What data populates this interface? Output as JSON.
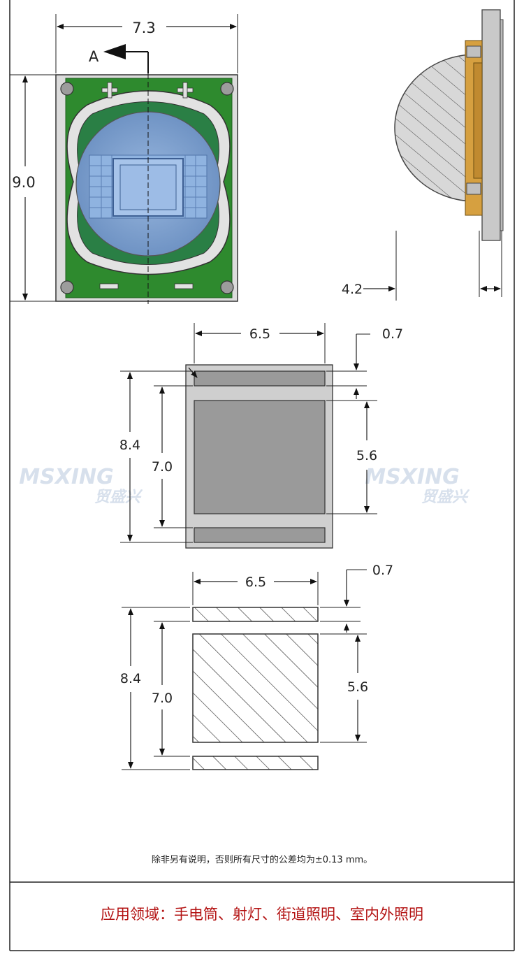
{
  "top_view": {
    "width_label": "7.3",
    "height_label": "9.0",
    "section_label": "A",
    "plus_symbol": "+",
    "pcb_color": "#2e8a2e",
    "lens_color": "#7fa6d6"
  },
  "side_view": {
    "height_label": "4.2",
    "copper_color": "#d6a040"
  },
  "pad_view_gray": {
    "width_label": "6.5",
    "thickness_label": "0.7",
    "outer_height_label": "8.4",
    "inner_height_label": "7.0",
    "center_pad_label": "5.6"
  },
  "pad_view_hatched": {
    "width_label": "6.5",
    "thickness_label": "0.7",
    "outer_height_label": "8.4",
    "inner_height_label": "7.0",
    "center_pad_label": "5.6"
  },
  "watermark": {
    "brand": "MSXING",
    "cn": "贸盛兴"
  },
  "tolerance_note": "除非另有说明，否则所有尺寸的公差均为±0.13 mm。",
  "applications": "应用领域：手电筒、射灯、街道照明、室内外照明"
}
